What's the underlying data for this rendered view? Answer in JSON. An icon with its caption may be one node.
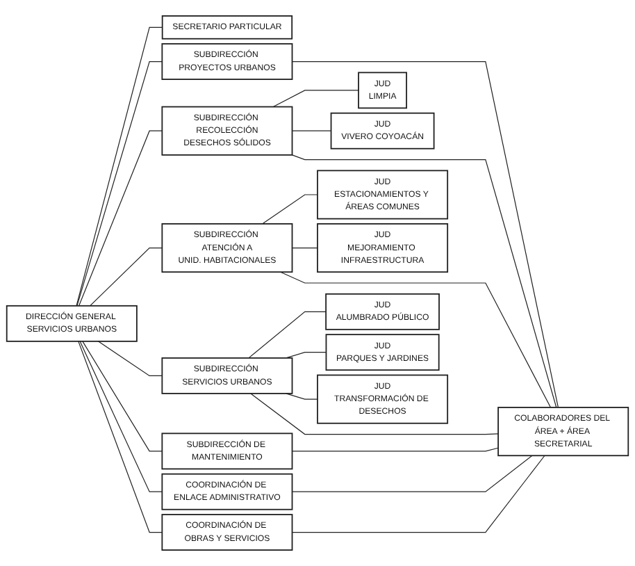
{
  "diagram": {
    "nodes": [
      {
        "text": [
          "DIRECCIÓN GENERAL SERVICIOS URBANOS"
        ]
      },
      {
        "text": [
          "SECRETARIO PARTICULAR"
        ]
      },
      {
        "text": [
          "SUBDIRECCIÓN PROYECTOS URBANOS"
        ]
      },
      {
        "text": [
          "SUBDIRECCIÓN RECOLECCIÓN",
          "DESECHOS SÓLIDOS"
        ]
      },
      {
        "text": [
          "SUBDIRECCIÓN ATENCIÓN A",
          "UNID. HABITACIONALES"
        ]
      },
      {
        "text": [
          "SUBDIRECCIÓN SERVICIOS URBANOS"
        ]
      },
      {
        "text": [
          "SUBDIRECCIÓN DE MANTENIMIENTO"
        ]
      },
      {
        "text": [
          "COORDINACIÓN DE ENLACE ADMINISTRATIVO"
        ]
      },
      {
        "text": [
          "COORDINACIÓN DE OBRAS Y SERVICIOS"
        ]
      },
      {
        "text": [
          "JUD",
          "LIMPIA"
        ]
      },
      {
        "text": [
          "JUD",
          "VIVERO COYOACÁN"
        ]
      },
      {
        "text": [
          "JUD",
          "ESTACIONAMIENTOS Y ÁREAS COMUNES"
        ]
      },
      {
        "text": [
          "JUD",
          "MEJORAMIENTO INFRAESTRUCTURA"
        ]
      },
      {
        "text": [
          "JUD",
          "ALUMBRADO PÚBLICO"
        ]
      },
      {
        "text": [
          "JUD",
          "PARQUES Y JARDINES"
        ]
      },
      {
        "text": [
          "JUD",
          "TRANSFORMACIÓN DE DESECHOS"
        ]
      },
      {
        "text": [
          "COLABORADORES DEL ÁREA + ÁREA SECRETARIAL"
        ]
      }
    ],
    "edges": [
      {
        "from": 0,
        "to": 1,
        "arrow": "none"
      },
      {
        "from": 0,
        "to": 2,
        "arrow": "none"
      },
      {
        "from": 0,
        "to": 3,
        "arrow": "none"
      },
      {
        "from": 0,
        "to": 4,
        "arrow": "none"
      },
      {
        "from": 0,
        "to": 5,
        "arrow": "none"
      },
      {
        "from": 0,
        "to": 6,
        "arrow": "none"
      },
      {
        "from": 0,
        "to": 7,
        "arrow": "none"
      },
      {
        "from": 0,
        "to": 8,
        "arrow": "none"
      },
      {
        "from": 3,
        "to": 9,
        "arrow": "none"
      },
      {
        "from": 3,
        "to": 10,
        "arrow": "none"
      },
      {
        "from": 4,
        "to": 11,
        "arrow": "none"
      },
      {
        "from": 4,
        "to": 12,
        "arrow": "none"
      },
      {
        "from": 5,
        "to": 13,
        "arrow": "none"
      },
      {
        "from": 5,
        "to": 14,
        "arrow": "none"
      },
      {
        "from": 5,
        "to": 15,
        "arrow": "none"
      },
      {
        "from": 2,
        "to": 16,
        "arrow": "none"
      },
      {
        "from": 3,
        "to": 16,
        "arrow": "none"
      },
      {
        "from": 4,
        "to": 16,
        "arrow": "none"
      },
      {
        "from": 5,
        "to": 16,
        "arrow": "none"
      },
      {
        "from": 6,
        "to": 16,
        "arrow": "none"
      },
      {
        "from": 7,
        "to": 16,
        "arrow": "none"
      },
      {
        "from": 8,
        "to": 16,
        "arrow": "none"
      }
    ]
  }
}
